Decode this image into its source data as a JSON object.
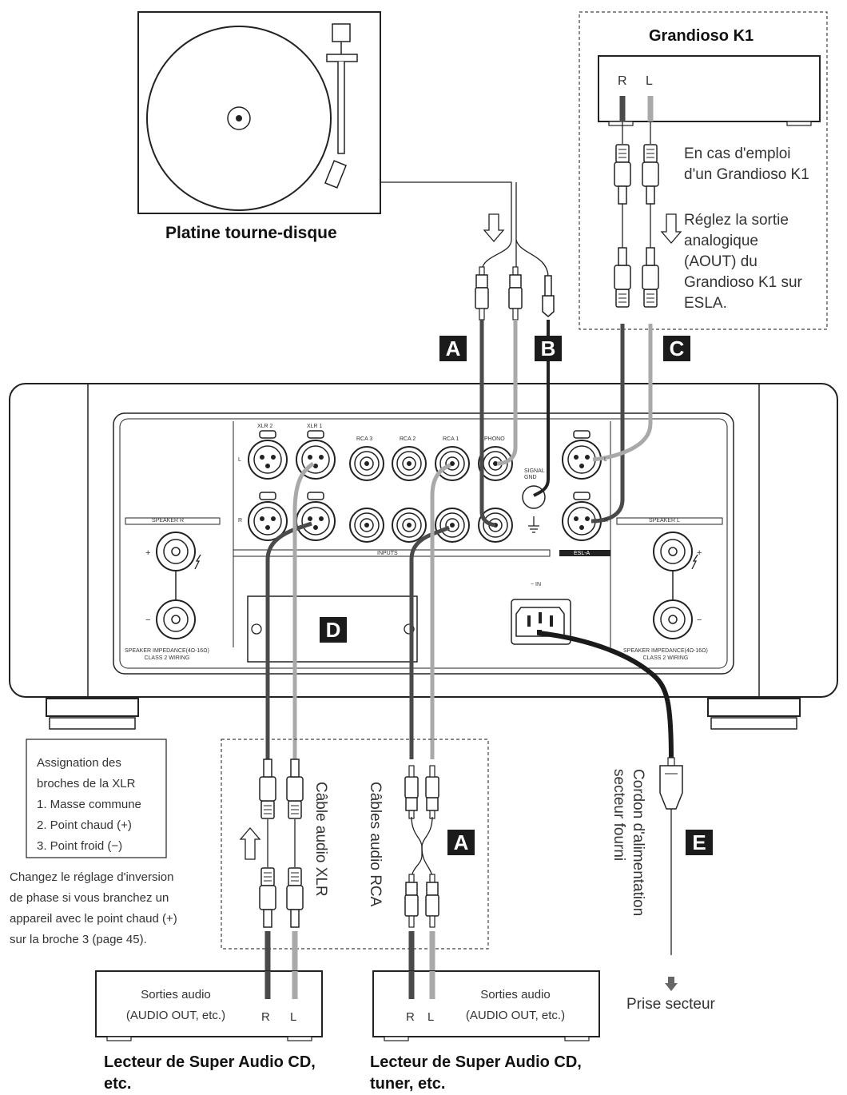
{
  "turntable": {
    "label": "Platine tourne-disque"
  },
  "k1": {
    "title": "Grandioso K1",
    "r": "R",
    "l": "L",
    "note_1": [
      "En cas d'emploi",
      "d'un Grandioso K1"
    ],
    "note_2": [
      "Réglez la sortie",
      "analogique",
      "(AOUT) du",
      "Grandioso K1 sur",
      "ESLA."
    ]
  },
  "badges": {
    "a_top": "A",
    "b": "B",
    "c": "C",
    "d": "D",
    "a_bottom": "A",
    "e": "E"
  },
  "amp_panel": {
    "xlr2": "XLR 2",
    "xlr1": "XLR 1",
    "rca3": "RCA 3",
    "rca2": "RCA 2",
    "rca1": "RCA 1",
    "phono": "PHONO",
    "signal_gnd": [
      "SIGNAL",
      "GND"
    ],
    "inputs": "INPUTS",
    "esl_a": "ESL-A",
    "speaker_r": "SPEAKER  R",
    "speaker_l": "SPEAKER  L",
    "impedance": [
      "SPEAKER IMPEDANCE(4Ω-16Ω)",
      "CLASS 2 WIRING"
    ],
    "ac_in": "~ IN",
    "side_l": "L",
    "side_r": "R",
    "plus": "+",
    "minus": "−"
  },
  "xlr_box": {
    "title": [
      "Assignation des",
      "broches de la XLR"
    ],
    "pins": [
      "1. Masse commune",
      "2. Point chaud (+)",
      "3. Point froid (−)"
    ]
  },
  "phase_note": [
    "Changez le réglage d'inversion",
    "de phase si vous branchez un",
    "appareil avec le point chaud (+)",
    "sur la broche 3 (page 45)."
  ],
  "cables": {
    "xlr": "Câble audio XLR",
    "rca": "Câbles audio RCA",
    "power": [
      "Cordon d'alimentation",
      "secteur fourni"
    ]
  },
  "source_left": {
    "text": [
      "Sorties audio",
      "(AUDIO OUT, etc.)"
    ],
    "r": "R",
    "l": "L",
    "label": [
      "Lecteur de Super Audio CD,",
      "etc."
    ]
  },
  "source_right": {
    "text": [
      "Sorties audio",
      "(AUDIO OUT, etc.)"
    ],
    "r": "R",
    "l": "L",
    "label": [
      "Lecteur de Super Audio CD,",
      "tuner, etc."
    ]
  },
  "outlet": {
    "label": "Prise secteur"
  },
  "colors": {
    "dark_cable": "#4a4a4a",
    "light_cable": "#a9a9a9",
    "line": "#222222"
  }
}
